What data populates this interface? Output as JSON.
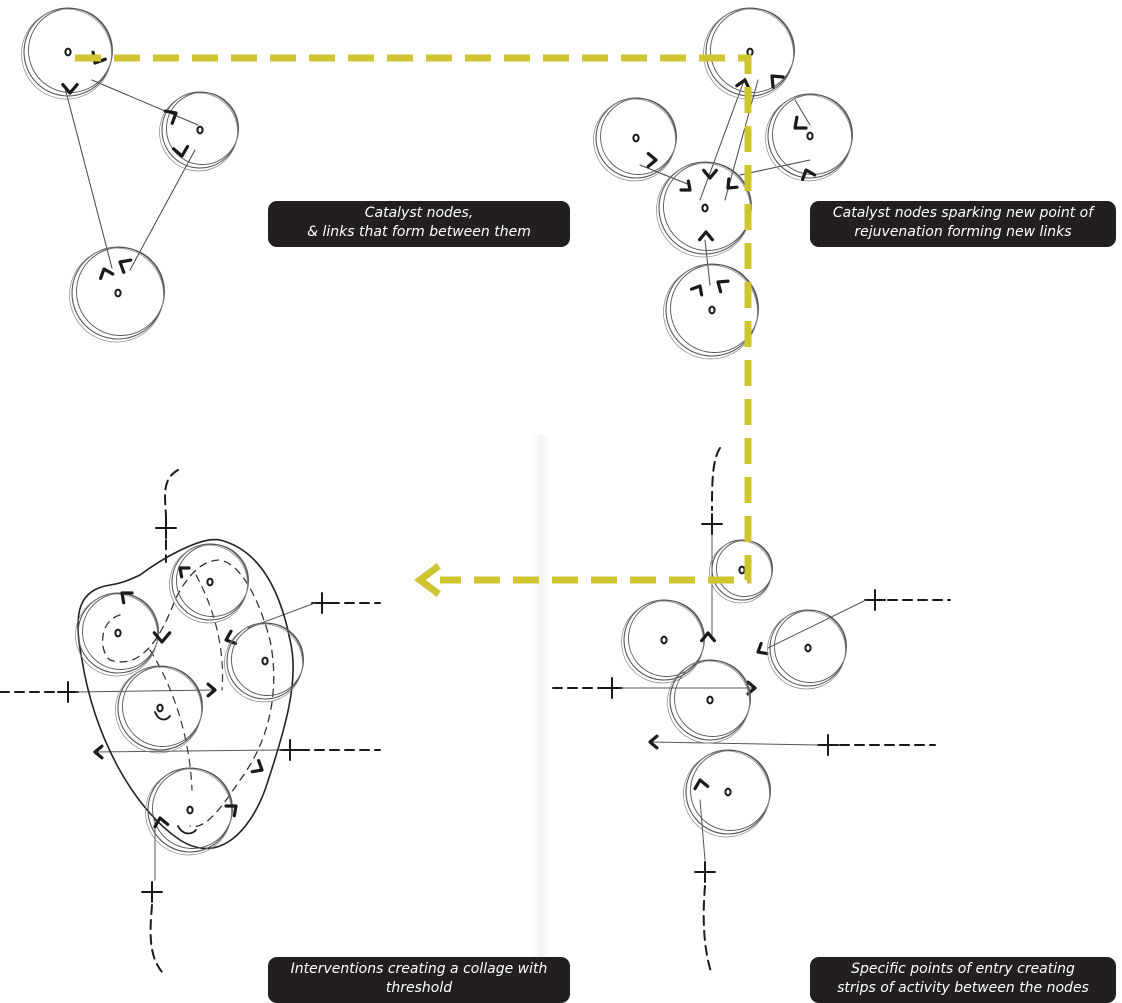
{
  "captions": {
    "catalyst_links": {
      "line1": "Catalyst nodes,",
      "line2": "& links that form between them"
    },
    "catalyst_sparking": {
      "line1": "Catalyst nodes sparking new point of",
      "line2": "rejuvenation forming new links"
    },
    "interventions": {
      "line1": "Interventions creating a collage with",
      "line2": "threshold"
    },
    "entry_points": {
      "line1": "Specific points of entry creating",
      "line2": "strips of activity between the nodes"
    }
  },
  "colors": {
    "flow_arrow": "#cfc533",
    "ink": "#1a1a1a",
    "pencil": "#555555",
    "caption_bg": "#231f20",
    "caption_text": "#ffffff"
  },
  "icons": {
    "flow": "dashed-flow-arrow",
    "node": "catalyst-node-circle"
  }
}
